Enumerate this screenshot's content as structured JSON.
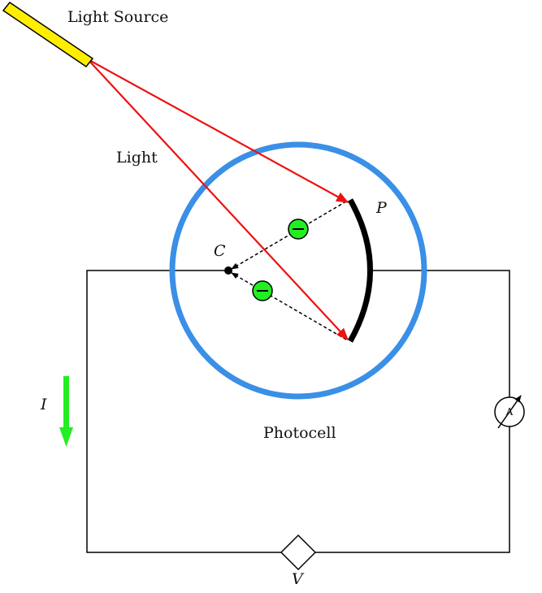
{
  "labels": {
    "light_source": "Light Source",
    "light": "Light",
    "cathode": "C",
    "plate": "P",
    "photocell": "Photocell",
    "current": "I",
    "voltage": "V",
    "ammeter": "A",
    "electron_sign": "−"
  },
  "colors": {
    "cell": "#3a8fe6",
    "ray": "#ee1111",
    "electron": "#22ee22",
    "current_arrow": "#22ee22",
    "source_body": "#ffee00",
    "wire": "#000000"
  }
}
